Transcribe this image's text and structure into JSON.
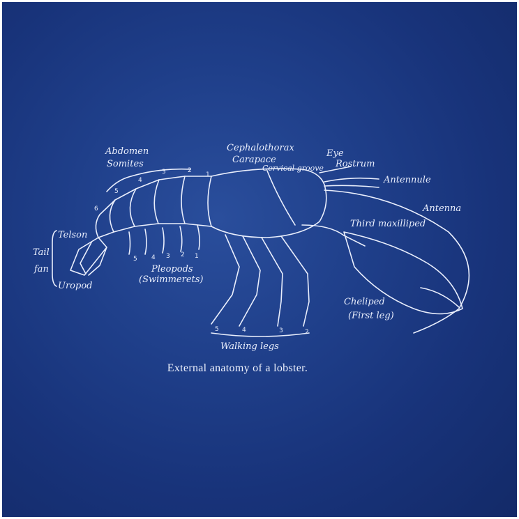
{
  "diagram": {
    "caption": "External anatomy of a lobster.",
    "colors": {
      "background": "#1f3f8a",
      "ink": "#e9eefc"
    },
    "labels": {
      "abdomen": "Abdomen",
      "somites": "Somites",
      "cephalothorax": "Cephalothorax",
      "carapace": "Carapace",
      "cervical_groove": "Cervical groove",
      "eye": "Eye",
      "rostrum": "Rostrum",
      "antennule": "Antennule",
      "antenna": "Antenna",
      "third_maxilliped": "Third maxilliped",
      "telson": "Telson",
      "tail": "Tail",
      "fan": "fan",
      "uropod": "Uropod",
      "pleopods": "Pleopods",
      "swimmerets": "(Swimmerets)",
      "cheliped": "Cheliped",
      "first_leg": "(First leg)",
      "walking_legs": "Walking legs"
    },
    "somite_numbers": [
      "1",
      "2",
      "3",
      "4",
      "5",
      "6"
    ],
    "pleopod_numbers": [
      "1",
      "2",
      "3",
      "4",
      "5"
    ],
    "walking_leg_numbers": [
      "2",
      "3",
      "4",
      "5"
    ]
  }
}
